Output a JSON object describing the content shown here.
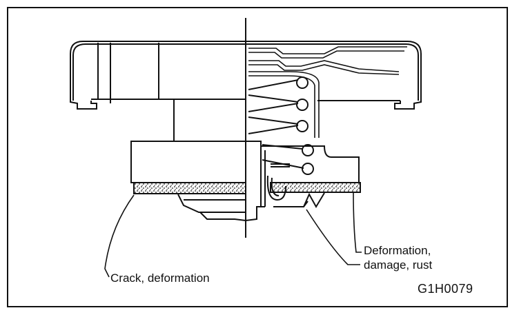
{
  "labels": {
    "crack": "Crack, deformation",
    "deformation_line1": "Deformation,",
    "deformation_line2": "damage, rust",
    "figure_code": "G1H0079"
  }
}
